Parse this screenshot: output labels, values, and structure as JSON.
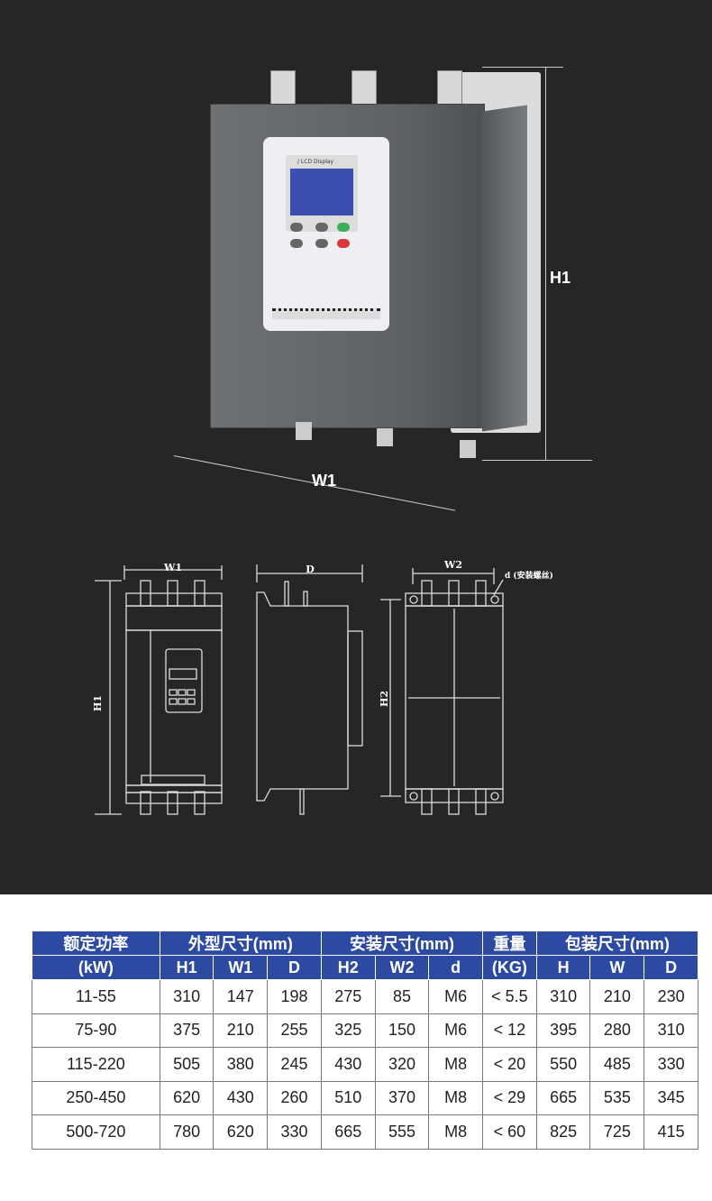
{
  "photo": {
    "dim_h1": "H1",
    "dim_w1": "W1",
    "panel_caption": "/ LCD Display"
  },
  "drawing": {
    "front_w1": "W1",
    "front_h1": "H1",
    "side_d": "D",
    "back_w2": "W2",
    "back_h2": "H2",
    "back_d_note": "d (安装螺丝)"
  },
  "table": {
    "header_top": {
      "power": "额定功率",
      "outer": "外型尺寸(mm)",
      "install": "安装尺寸(mm)",
      "weight": "重量",
      "package": "包装尺寸(mm)"
    },
    "header_sub": {
      "power_unit": "(kW)",
      "cols": [
        "H1",
        "W1",
        "D",
        "H2",
        "W2",
        "d"
      ],
      "weight_unit": "(KG)",
      "pkg_cols": [
        "H",
        "W",
        "D"
      ]
    },
    "rows": [
      [
        "11-55",
        "310",
        "147",
        "198",
        "275",
        "85",
        "M6",
        "< 5.5",
        "310",
        "210",
        "230"
      ],
      [
        "75-90",
        "375",
        "210",
        "255",
        "325",
        "150",
        "M6",
        "< 12",
        "395",
        "280",
        "310"
      ],
      [
        "115-220",
        "505",
        "380",
        "245",
        "430",
        "320",
        "M8",
        "< 20",
        "550",
        "485",
        "330"
      ],
      [
        "250-450",
        "620",
        "430",
        "260",
        "510",
        "370",
        "M8",
        "< 29",
        "665",
        "535",
        "345"
      ],
      [
        "500-720",
        "780",
        "620",
        "330",
        "665",
        "555",
        "M8",
        "< 60",
        "825",
        "725",
        "415"
      ]
    ]
  },
  "colors": {
    "header_bg": "#2c4aa2",
    "dark_bg": "#262626"
  }
}
